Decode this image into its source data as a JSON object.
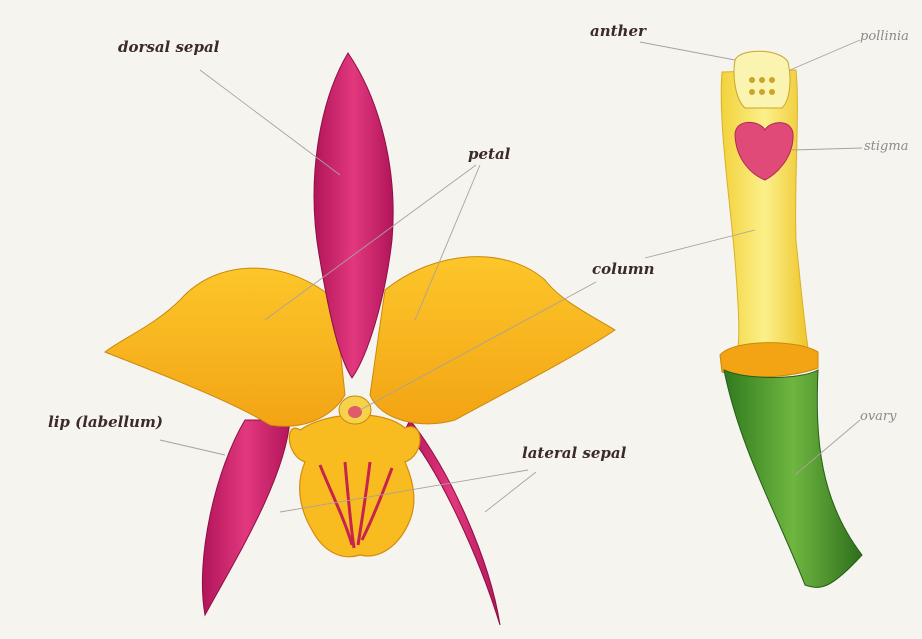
{
  "labels": {
    "dorsal_sepal": "dorsal sepal",
    "petal": "petal",
    "column": "column",
    "lip": "lip (labellum)",
    "lateral_sepal": "lateral sepal",
    "anther": "anther",
    "pollinia": "pollinia",
    "stigma": "stigma",
    "ovary": "ovary"
  },
  "colors": {
    "background": "#f6f4ee",
    "sepal_magenta": "#d2246e",
    "petal_yellow": "#f7b81e",
    "column_yellow": "#f6e266",
    "stigma_pink": "#e04a78",
    "ovary_green": "#3f8f2a"
  }
}
